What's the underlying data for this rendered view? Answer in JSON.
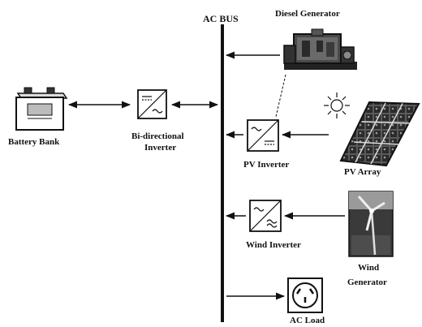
{
  "diagram": {
    "bus_label": "AC BUS",
    "components": {
      "diesel_generator": {
        "label": "Diesel Generator"
      },
      "battery_bank": {
        "label": "Battery Bank"
      },
      "bidirectional_inverter": {
        "label_line1": "Bi-directional",
        "label_line2": "Inverter"
      },
      "pv_inverter": {
        "label": "PV Inverter"
      },
      "pv_array": {
        "label": "PV Array"
      },
      "wind_inverter": {
        "label": "Wind Inverter"
      },
      "wind_generator": {
        "label_line1": "Wind",
        "label_line2": "Generator"
      },
      "ac_load": {
        "label": "AC Load"
      }
    },
    "icons": {
      "inverter": "dc-ac-converter-icon",
      "battery": "battery-icon",
      "generator": "diesel-engine-icon",
      "sun": "sun-icon",
      "solar_panel": "solar-panel-icon",
      "turbine": "wind-turbine-icon",
      "outlet": "power-outlet-icon"
    },
    "colors": {
      "ink": "#111111",
      "panel_dark": "#3a3a3a",
      "background": "#ffffff"
    }
  }
}
